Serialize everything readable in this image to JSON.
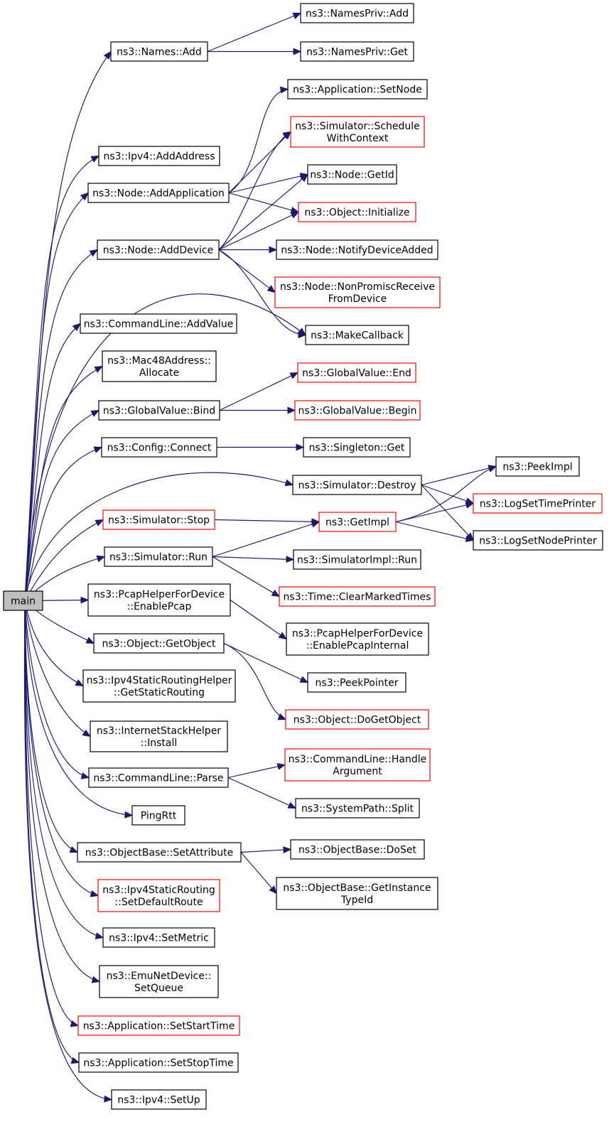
{
  "diagram": {
    "colors": {
      "edge": "#191970",
      "box_normal": "#000000",
      "box_truncated": "#ff0000",
      "root_fill": "#bfbfbf"
    },
    "nodes": {
      "main": {
        "lines": [
          "main"
        ],
        "style": "root"
      },
      "names_add": {
        "lines": [
          "ns3::Names::Add"
        ],
        "style": "normal"
      },
      "namespriv_add": {
        "lines": [
          "ns3::NamesPriv::Add"
        ],
        "style": "normal"
      },
      "namespriv_get": {
        "lines": [
          "ns3::NamesPriv::Get"
        ],
        "style": "normal"
      },
      "app_setnode": {
        "lines": [
          "ns3::Application::SetNode"
        ],
        "style": "normal"
      },
      "sim_schedule": {
        "lines": [
          "ns3::Simulator::Schedule",
          "WithContext"
        ],
        "style": "truncated"
      },
      "ipv4_addaddress": {
        "lines": [
          "ns3::Ipv4::AddAddress"
        ],
        "style": "normal"
      },
      "node_getid": {
        "lines": [
          "ns3::Node::GetId"
        ],
        "style": "normal"
      },
      "node_addapp": {
        "lines": [
          "ns3::Node::AddApplication"
        ],
        "style": "normal"
      },
      "obj_initialize": {
        "lines": [
          "ns3::Object::Initialize"
        ],
        "style": "truncated"
      },
      "node_adddevice": {
        "lines": [
          "ns3::Node::AddDevice"
        ],
        "style": "normal"
      },
      "node_notify": {
        "lines": [
          "ns3::Node::NotifyDeviceAdded"
        ],
        "style": "normal"
      },
      "node_nonpromisc": {
        "lines": [
          "ns3::Node::NonPromiscReceive",
          "FromDevice"
        ],
        "style": "truncated"
      },
      "cmd_addvalue": {
        "lines": [
          "ns3::CommandLine::AddValue"
        ],
        "style": "normal"
      },
      "makecallback": {
        "lines": [
          "ns3::MakeCallback"
        ],
        "style": "normal"
      },
      "mac48_allocate": {
        "lines": [
          "ns3::Mac48Address::",
          "Allocate"
        ],
        "style": "normal"
      },
      "gv_end": {
        "lines": [
          "ns3::GlobalValue::End"
        ],
        "style": "truncated"
      },
      "gv_bind": {
        "lines": [
          "ns3::GlobalValue::Bind"
        ],
        "style": "normal"
      },
      "gv_begin": {
        "lines": [
          "ns3::GlobalValue::Begin"
        ],
        "style": "truncated"
      },
      "config_connect": {
        "lines": [
          "ns3::Config::Connect"
        ],
        "style": "normal"
      },
      "singleton_get": {
        "lines": [
          "ns3::Singleton::Get"
        ],
        "style": "normal"
      },
      "peekimpl": {
        "lines": [
          "ns3::PeekImpl"
        ],
        "style": "normal"
      },
      "sim_destroy": {
        "lines": [
          "ns3::Simulator::Destroy"
        ],
        "style": "normal"
      },
      "logsettime": {
        "lines": [
          "ns3::LogSetTimePrinter"
        ],
        "style": "truncated"
      },
      "sim_stop": {
        "lines": [
          "ns3::Simulator::Stop"
        ],
        "style": "truncated"
      },
      "getimpl": {
        "lines": [
          "ns3::GetImpl"
        ],
        "style": "truncated"
      },
      "logsetnode": {
        "lines": [
          "ns3::LogSetNodePrinter"
        ],
        "style": "normal"
      },
      "sim_run": {
        "lines": [
          "ns3::Simulator::Run"
        ],
        "style": "normal"
      },
      "simimpl_run": {
        "lines": [
          "ns3::SimulatorImpl::Run"
        ],
        "style": "normal"
      },
      "time_clear": {
        "lines": [
          "ns3::Time::ClearMarkedTimes"
        ],
        "style": "truncated"
      },
      "pcap_enable": {
        "lines": [
          "ns3::PcapHelperForDevice",
          "::EnablePcap"
        ],
        "style": "normal"
      },
      "pcap_internal": {
        "lines": [
          "ns3::PcapHelperForDevice",
          "::EnablePcapInternal"
        ],
        "style": "normal"
      },
      "obj_getobject": {
        "lines": [
          "ns3::Object::GetObject"
        ],
        "style": "normal"
      },
      "peekpointer": {
        "lines": [
          "ns3::PeekPointer"
        ],
        "style": "normal"
      },
      "ipv4srh_get": {
        "lines": [
          "ns3::Ipv4StaticRoutingHelper",
          "::GetStaticRouting"
        ],
        "style": "normal"
      },
      "obj_dogetobject": {
        "lines": [
          "ns3::Object::DoGetObject"
        ],
        "style": "truncated"
      },
      "ish_install": {
        "lines": [
          "ns3::InternetStackHelper",
          "::Install"
        ],
        "style": "normal"
      },
      "cmd_handle": {
        "lines": [
          "ns3::CommandLine::Handle",
          "Argument"
        ],
        "style": "truncated"
      },
      "cmd_parse": {
        "lines": [
          "ns3::CommandLine::Parse"
        ],
        "style": "normal"
      },
      "syspath_split": {
        "lines": [
          "ns3::SystemPath::Split"
        ],
        "style": "normal"
      },
      "pingrtt": {
        "lines": [
          "PingRtt"
        ],
        "style": "normal"
      },
      "ob_doset": {
        "lines": [
          "ns3::ObjectBase::DoSet"
        ],
        "style": "normal"
      },
      "ob_setattr": {
        "lines": [
          "ns3::ObjectBase::SetAttribute"
        ],
        "style": "normal"
      },
      "ob_gettid": {
        "lines": [
          "ns3::ObjectBase::GetInstance",
          "TypeId"
        ],
        "style": "normal"
      },
      "ipv4sr_setdefault": {
        "lines": [
          "ns3::Ipv4StaticRouting",
          "::SetDefaultRoute"
        ],
        "style": "truncated"
      },
      "ipv4_setmetric": {
        "lines": [
          "ns3::Ipv4::SetMetric"
        ],
        "style": "normal"
      },
      "emu_setqueue": {
        "lines": [
          "ns3::EmuNetDevice::",
          "SetQueue"
        ],
        "style": "normal"
      },
      "app_setstart": {
        "lines": [
          "ns3::Application::SetStartTime"
        ],
        "style": "truncated"
      },
      "app_setstop": {
        "lines": [
          "ns3::Application::SetStopTime"
        ],
        "style": "normal"
      },
      "ipv4_setup": {
        "lines": [
          "ns3::Ipv4::SetUp"
        ],
        "style": "normal"
      }
    },
    "edges": [
      [
        "main",
        "names_add"
      ],
      [
        "names_add",
        "namespriv_add"
      ],
      [
        "names_add",
        "namespriv_get"
      ],
      [
        "main",
        "ipv4_addaddress"
      ],
      [
        "main",
        "node_addapp"
      ],
      [
        "node_addapp",
        "app_setnode"
      ],
      [
        "node_addapp",
        "sim_schedule"
      ],
      [
        "node_addapp",
        "node_getid"
      ],
      [
        "node_addapp",
        "obj_initialize"
      ],
      [
        "main",
        "node_adddevice"
      ],
      [
        "node_adddevice",
        "sim_schedule"
      ],
      [
        "node_adddevice",
        "node_getid"
      ],
      [
        "node_adddevice",
        "obj_initialize"
      ],
      [
        "node_adddevice",
        "node_notify"
      ],
      [
        "node_adddevice",
        "node_nonpromisc"
      ],
      [
        "node_adddevice",
        "makecallback"
      ],
      [
        "main",
        "makecallback"
      ],
      [
        "main",
        "cmd_addvalue"
      ],
      [
        "main",
        "mac48_allocate"
      ],
      [
        "main",
        "gv_bind"
      ],
      [
        "gv_bind",
        "gv_end"
      ],
      [
        "gv_bind",
        "gv_begin"
      ],
      [
        "main",
        "config_connect"
      ],
      [
        "config_connect",
        "singleton_get"
      ],
      [
        "main",
        "sim_destroy"
      ],
      [
        "sim_destroy",
        "peekimpl"
      ],
      [
        "sim_destroy",
        "logsettime"
      ],
      [
        "sim_destroy",
        "logsetnode"
      ],
      [
        "main",
        "sim_stop"
      ],
      [
        "sim_stop",
        "getimpl"
      ],
      [
        "getimpl",
        "peekimpl"
      ],
      [
        "getimpl",
        "logsettime"
      ],
      [
        "getimpl",
        "logsetnode"
      ],
      [
        "main",
        "sim_run"
      ],
      [
        "sim_run",
        "getimpl"
      ],
      [
        "sim_run",
        "simimpl_run"
      ],
      [
        "sim_run",
        "time_clear"
      ],
      [
        "main",
        "pcap_enable"
      ],
      [
        "pcap_enable",
        "pcap_internal"
      ],
      [
        "main",
        "obj_getobject"
      ],
      [
        "obj_getobject",
        "peekpointer"
      ],
      [
        "obj_getobject",
        "obj_dogetobject"
      ],
      [
        "main",
        "ipv4srh_get"
      ],
      [
        "main",
        "ish_install"
      ],
      [
        "main",
        "cmd_parse"
      ],
      [
        "cmd_parse",
        "cmd_handle"
      ],
      [
        "cmd_parse",
        "syspath_split"
      ],
      [
        "main",
        "pingrtt"
      ],
      [
        "main",
        "ob_setattr"
      ],
      [
        "ob_setattr",
        "ob_doset"
      ],
      [
        "ob_setattr",
        "ob_gettid"
      ],
      [
        "main",
        "ipv4sr_setdefault"
      ],
      [
        "main",
        "ipv4_setmetric"
      ],
      [
        "main",
        "emu_setqueue"
      ],
      [
        "main",
        "app_setstart"
      ],
      [
        "main",
        "app_setstop"
      ],
      [
        "main",
        "ipv4_setup"
      ]
    ]
  }
}
